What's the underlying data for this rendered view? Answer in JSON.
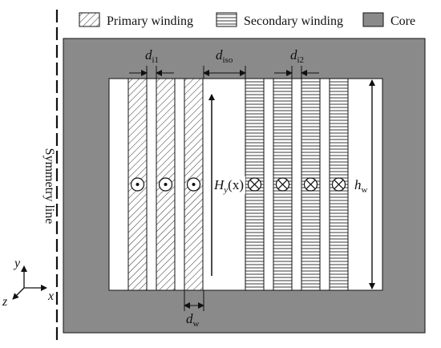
{
  "legend": {
    "primary": "Primary winding",
    "secondary": "Secondary winding",
    "core": "Core"
  },
  "labels": {
    "symmetry_line": "Symmetry line",
    "d_i1_main": "d",
    "d_i1_sub": "i1",
    "d_iso_main": "d",
    "d_iso_sub": "iso",
    "d_i2_main": "d",
    "d_i2_sub": "i2",
    "d_w_main": "d",
    "d_w_sub": "w",
    "h_w_main": "h",
    "h_w_sub": "w",
    "field_H": "H",
    "field_sub": "y",
    "field_arg": "(x)",
    "axis_y": "y",
    "axis_x": "x",
    "axis_z": "z"
  },
  "colors": {
    "core": "#8a8a8a",
    "window": "#ffffff",
    "stroke": "#111111"
  },
  "icons": {
    "current_out": "dot-circle-icon",
    "current_in": "cross-circle-icon"
  },
  "windings": {
    "primary_count": 3,
    "secondary_count": 4
  }
}
